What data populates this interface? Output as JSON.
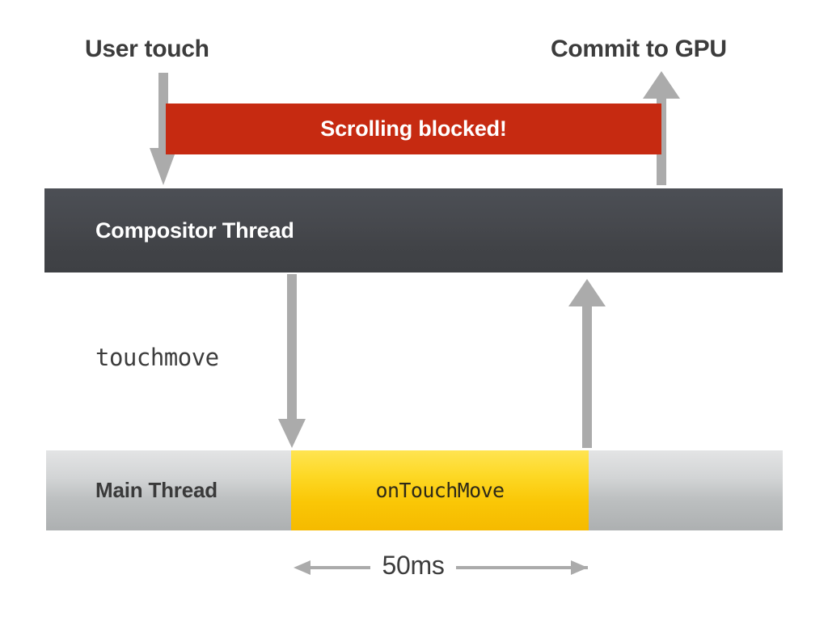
{
  "diagram": {
    "title": "Scrolling blocked by touch handler timeline",
    "background_color": "#ffffff",
    "top_labels": {
      "user_touch": "User touch",
      "commit_to_gpu": "Commit to GPU"
    },
    "blocked_bar": {
      "label": "Scrolling blocked!",
      "color": "#C62A11",
      "text_color": "#ffffff"
    },
    "compositor_track": {
      "label": "Compositor Thread",
      "color_top": "#4c4f55",
      "color_bottom": "#3e4044",
      "text_color": "#ffffff"
    },
    "main_track": {
      "label": "Main Thread",
      "color_top": "#e3e4e5",
      "color_bottom": "#adb0b1",
      "text_color": "#3a3a3a",
      "busy_block": {
        "label": "onTouchMove",
        "color_top": "#FFE451",
        "color_bottom": "#F5BA00",
        "text_color": "#2e2a18"
      }
    },
    "event_caption": "touchmove",
    "duration": {
      "label": "50ms",
      "value": 50,
      "unit": "ms"
    },
    "arrow_color": "#ABABAB",
    "arrows": [
      {
        "name": "user-touch-down-arrow",
        "direction": "down",
        "from": "User touch",
        "to": "Compositor Thread"
      },
      {
        "name": "commit-to-gpu-up-arrow",
        "direction": "up",
        "from": "Compositor Thread",
        "to": "Commit to GPU"
      },
      {
        "name": "touchmove-down-arrow",
        "direction": "down",
        "from": "Compositor Thread",
        "to": "Main Thread"
      },
      {
        "name": "main-thread-return-up-arrow",
        "direction": "up",
        "from": "Main Thread",
        "to": "Compositor Thread"
      }
    ]
  }
}
